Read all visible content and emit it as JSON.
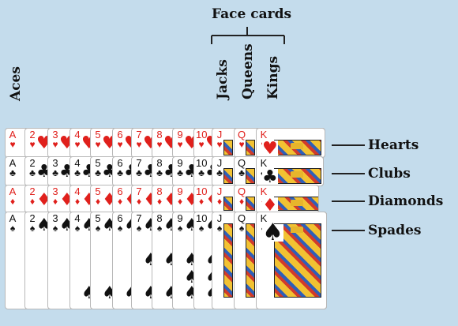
{
  "labels": {
    "face_cards": "Face cards",
    "aces": "Aces",
    "jacks": "Jacks",
    "queens": "Queens",
    "kings": "Kings"
  },
  "suits": [
    {
      "name": "Hearts",
      "symbol": "♥",
      "color": "#e0201c"
    },
    {
      "name": "Clubs",
      "symbol": "♣",
      "color": "#111111"
    },
    {
      "name": "Diamonds",
      "symbol": "♦",
      "color": "#e0201c"
    },
    {
      "name": "Spades",
      "symbol": "♠",
      "color": "#111111"
    }
  ],
  "ranks": [
    "A",
    "2",
    "3",
    "4",
    "5",
    "6",
    "7",
    "8",
    "9",
    "10",
    "J",
    "Q",
    "K"
  ],
  "colors": {
    "background": "#c4dcec",
    "red": "#e0201c",
    "black": "#111111"
  }
}
